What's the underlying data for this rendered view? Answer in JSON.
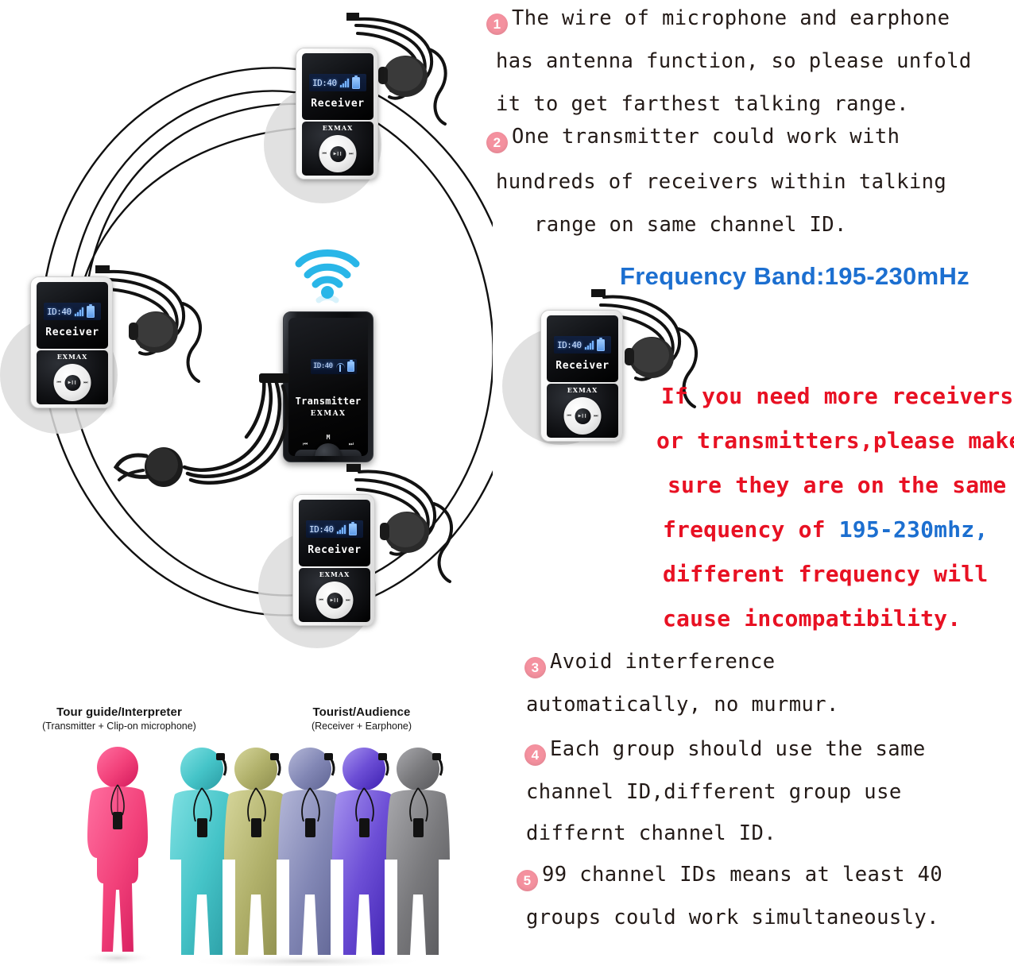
{
  "product": {
    "brand": "EXMAX",
    "receiver_label": "Receiver",
    "transmitter_label": "Transmitter",
    "display_id": "ID:40",
    "transmitter_button_m": "M",
    "transmitter_button_prev": "⏮",
    "transmitter_button_next": "⏭",
    "wheel_prev": "⏮",
    "wheel_next": "⏭",
    "wheel_play": "▶❙❙"
  },
  "captions": {
    "guide": {
      "title": "Tour guide/Interpreter",
      "subtitle": "(Transmitter + Clip-on microphone)"
    },
    "audience": {
      "title": "Tourist/Audience",
      "subtitle": "(Receiver + Earphone)"
    }
  },
  "notes": [
    {
      "num": "1",
      "lines": [
        "The wire of microphone and earphone",
        "has antenna function, so please unfold",
        "it   to get farthest talking range."
      ]
    },
    {
      "num": "2",
      "lines": [
        "One transmitter could work with",
        "hundreds of receivers within talking",
        "range on same channel ID."
      ]
    },
    {
      "num": "3",
      "lines": [
        "Avoid interference",
        "automatically, no murmur."
      ]
    },
    {
      "num": "4",
      "lines": [
        "Each group should use the same",
        "channel ID,different group use",
        "differnt  channel ID."
      ]
    },
    {
      "num": "5",
      "lines": [
        "99 channel IDs means  at least 40",
        "groups could work simultaneously."
      ]
    }
  ],
  "headline": {
    "frequency_band": "Frequency Band:195-230mHz"
  },
  "warning": {
    "line1": "If you need more receivers",
    "line2": "or transmitters,please make",
    "line3": "sure they are on the same",
    "line4_pre": "frequency of ",
    "line4_freq": "195-230mhz,",
    "line5": "different frequency will",
    "line6": "cause incompatibility."
  },
  "colors": {
    "badge_pink": "#f4919f",
    "text_dark": "#231a17",
    "blue": "#1c6fd0",
    "red": "#e81123",
    "wifi_cyan": "#29b6e8",
    "halo_gray": "#dcdcdc"
  },
  "people": [
    {
      "name": "tour-guide",
      "color": "#f2417a",
      "shade": "#d1185a"
    },
    {
      "name": "tourist-1",
      "color": "#45c4c8",
      "shade": "#2a9ba3"
    },
    {
      "name": "tourist-2",
      "color": "#b0b06a",
      "shade": "#8d8d4d"
    },
    {
      "name": "tourist-3",
      "color": "#8287b5",
      "shade": "#5f6493"
    },
    {
      "name": "tourist-4",
      "color": "#6d4fd6",
      "shade": "#3c1fb0"
    },
    {
      "name": "tourist-5",
      "color": "#79797c",
      "shade": "#58585b"
    }
  ]
}
